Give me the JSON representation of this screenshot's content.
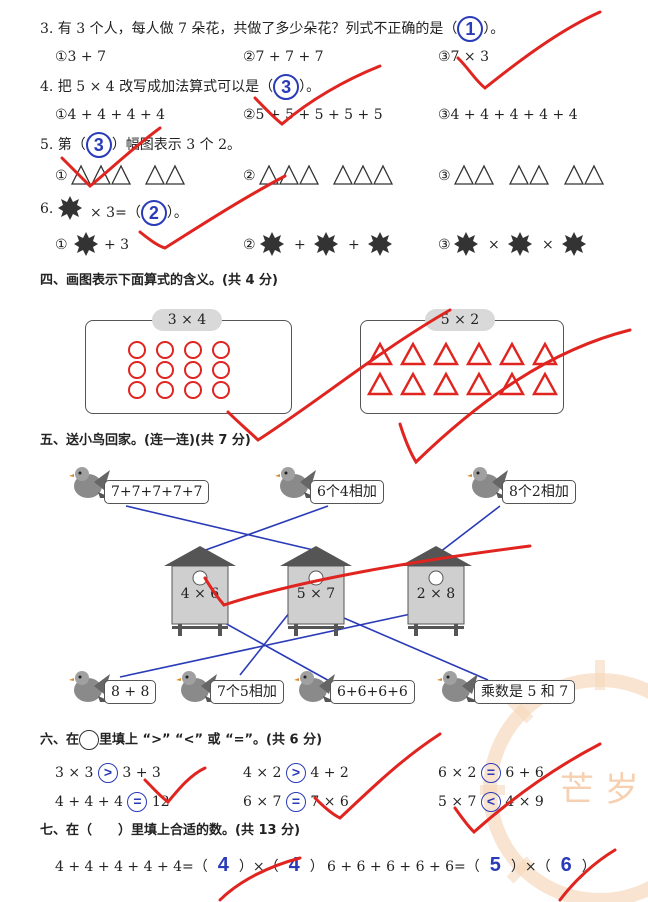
{
  "q3": {
    "text": "3. 有 3 个人，每人做 7 朵花，共做了多少朵花？列式不正确的是（",
    "answer": "1",
    "tail": "）。",
    "opts": [
      "①3 + 7",
      "②7 + 7 + 7",
      "③7 × 3"
    ]
  },
  "q4": {
    "text": "4. 把 5 × 4 改写成加法算式可以是（",
    "answer": "3",
    "tail": "）。",
    "opts": [
      "①4 + 4 + 4 + 4",
      "②5 + 5 + 5 + 5 + 5",
      "③4 + 4 + 4 + 4 + 4"
    ]
  },
  "q5": {
    "text_a": "5. 第（",
    "answer": "3",
    "text_b": "）幅图表示 3 个 2。",
    "opts": [
      "①",
      "②",
      "③"
    ]
  },
  "q6": {
    "text_a": "6.",
    "text_b": "× 3=（",
    "answer": "2",
    "tail": "）。",
    "opts": [
      "①",
      "+ 3",
      "②",
      "+",
      "+",
      "③",
      "×",
      "×"
    ]
  },
  "s4": {
    "title": "四、画图表示下面算式的含义。(共 4 分)",
    "left_label": "3 × 4",
    "right_label": "5 × 2",
    "circle_rows": 3,
    "circle_cols": 4,
    "tri_rows": 2,
    "tri_cols": 6,
    "drawing_color": "#e0241f"
  },
  "s5": {
    "title": "五、送小鸟回家。(连一连)(共 7 分)",
    "top_birds": [
      "7+7+7+7+7",
      "6个4相加",
      "8个2相加"
    ],
    "houses": [
      "4 × 6",
      "5 × 7",
      "2 × 8"
    ],
    "bottom_birds": [
      "8 + 8",
      "7个5相加",
      "6+6+6+6",
      "乘数是 5 和 7"
    ],
    "line_color": "#2a3bb8"
  },
  "s6": {
    "title_a": "六、在",
    "title_b": "里填上 “>” “<” 或 “=”。(共 6 分)",
    "items": [
      {
        "left": "3 × 3",
        "sym": ">",
        "right": "3 + 3"
      },
      {
        "left": "4 × 2",
        "sym": ">",
        "right": "4 + 2"
      },
      {
        "left": "6 × 2",
        "sym": "=",
        "right": "6 + 6"
      },
      {
        "left": "4 + 4 + 4",
        "sym": "=",
        "right": "12"
      },
      {
        "left": "6 × 7",
        "sym": "=",
        "right": "7 × 6"
      },
      {
        "left": "5 × 7",
        "sym": "<",
        "right": "4 × 9"
      }
    ]
  },
  "s7": {
    "title_a": "七、在（",
    "title_b": "）里填上合适的数。(共 13 分)",
    "left_expr": "4 + 4 + 4 + 4 + 4=（",
    "l1": "4",
    "mid": "）×（",
    "l2": "4",
    "lt": "）",
    "right_expr": "6 + 6 + 6 + 6 + 6=（",
    "r1": "5",
    "r2": "6",
    "rt": "）"
  },
  "watermark": "芒  岁",
  "colors": {
    "ink": "#222222",
    "red": "#e0241f",
    "blue": "#2a3bb8",
    "stamp": "#f3c9a4"
  }
}
